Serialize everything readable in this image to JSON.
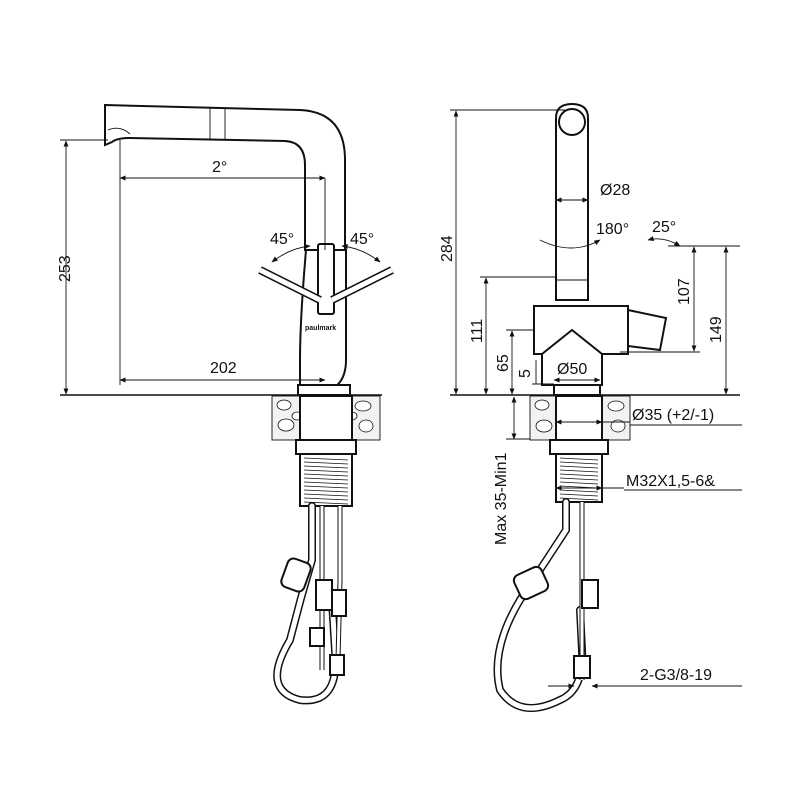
{
  "brand": "paulmark",
  "front_view": {
    "height_total": "253",
    "spout_reach": "202",
    "spout_angle": "2°",
    "lever_left_angle": "45°",
    "lever_right_angle": "45°"
  },
  "side_view": {
    "height_total": "284",
    "spout_diameter": "Ø28",
    "spout_rotation": "180°",
    "lever_tilt": "25°",
    "lever_height_107": "107",
    "lever_height_149": "149",
    "body_height_111": "111",
    "body_height_65": "65",
    "base_height_5": "5",
    "base_diameter": "Ø50",
    "hole_diameter": "Ø35 (+2/-1)",
    "thread": "M32X1,5-6&",
    "mount_thickness": "Max 35-Min1",
    "hose_connection": "2-G3/8-19"
  }
}
